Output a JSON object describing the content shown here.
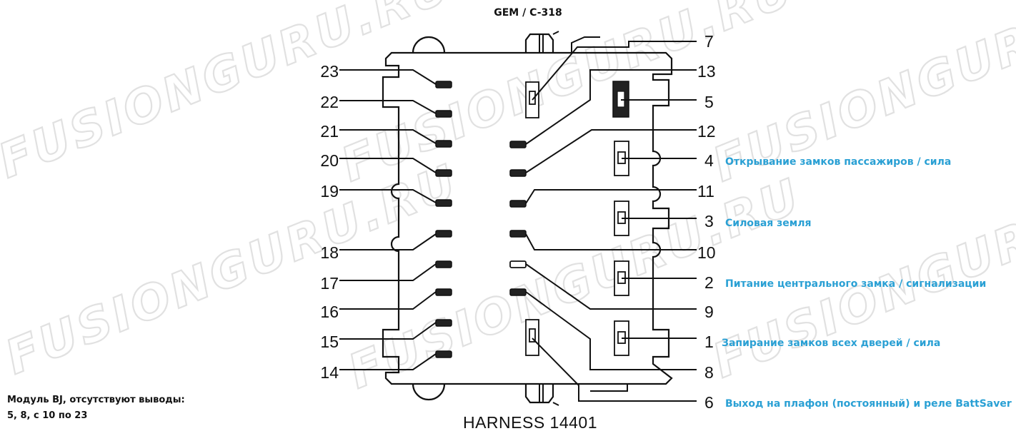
{
  "title": "GEM / C-318",
  "harness_label": "HARNESS 14401",
  "watermark": "FUSIONGURU.RU",
  "module_note": {
    "line1": "Модуль BJ, отсутствуют выводы:",
    "line2": "5, 8, с 10 по 23"
  },
  "pins_left": [
    "23",
    "22",
    "21",
    "20",
    "19",
    "18",
    "17",
    "16",
    "15",
    "14"
  ],
  "pins_right": [
    "7",
    "13",
    "5",
    "12",
    "4",
    "11",
    "3",
    "10",
    "2",
    "9",
    "1",
    "8",
    "6"
  ],
  "pin_labels": {
    "pin4": "Открывание замков пассажиров / сила",
    "pin3": "Силовая земля",
    "pin2": "Питание центрального замка / сигнализации",
    "pin1": "Запирание замков всех дверей / сила",
    "pin6": "Выход на плафон (постоянный) и реле BattSaver"
  }
}
